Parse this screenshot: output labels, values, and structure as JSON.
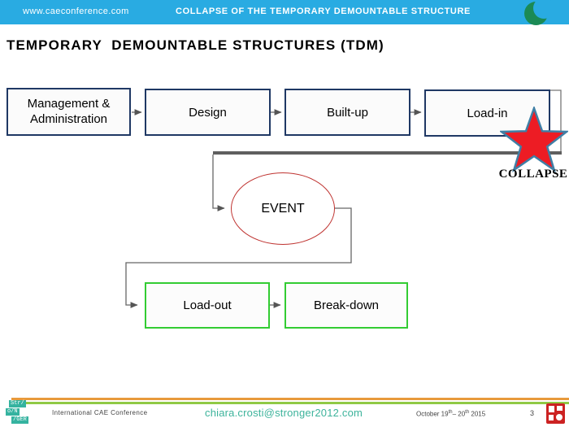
{
  "header": {
    "site": "www.caeconference.com",
    "title": "COLLAPSE OF THE TEMPORARY DEMOUNTABLE STRUCTURE"
  },
  "slide": {
    "title": "TEMPORARY  DEMOUNTABLE STRUCTURES (TDM)"
  },
  "flowchart": {
    "top_boxes": [
      {
        "label": "Management & Administration"
      },
      {
        "label": "Design"
      },
      {
        "label": "Built-up"
      },
      {
        "label": "Load-in"
      }
    ],
    "event_label": "EVENT",
    "collapse_label": "COLLAPSE",
    "bottom_boxes": [
      {
        "label": "Load-out"
      },
      {
        "label": "Break-down"
      }
    ]
  },
  "footer": {
    "conference": "International CAE Conference",
    "email": "chiara.crosti@stronger2012.com",
    "date": {
      "p1": "October 19",
      "s1": "th",
      "p2": "– 20",
      "s2": "th",
      "p3": " 2015"
    },
    "page": "3",
    "badge_lines": [
      "Str/",
      "o/N",
      "/GER"
    ]
  },
  "colors": {
    "header_bar": "#29abe2",
    "box_border_navy": "#1f3864",
    "box_border_green": "#33cc33",
    "event_red": "#bf3330",
    "star_fill": "#ed1c24",
    "star_stroke": "#3f7fa6",
    "connector_gray": "#666666",
    "footer_orange": "#e89a3c",
    "footer_green": "#90c945",
    "email_teal": "#3cb39b"
  }
}
